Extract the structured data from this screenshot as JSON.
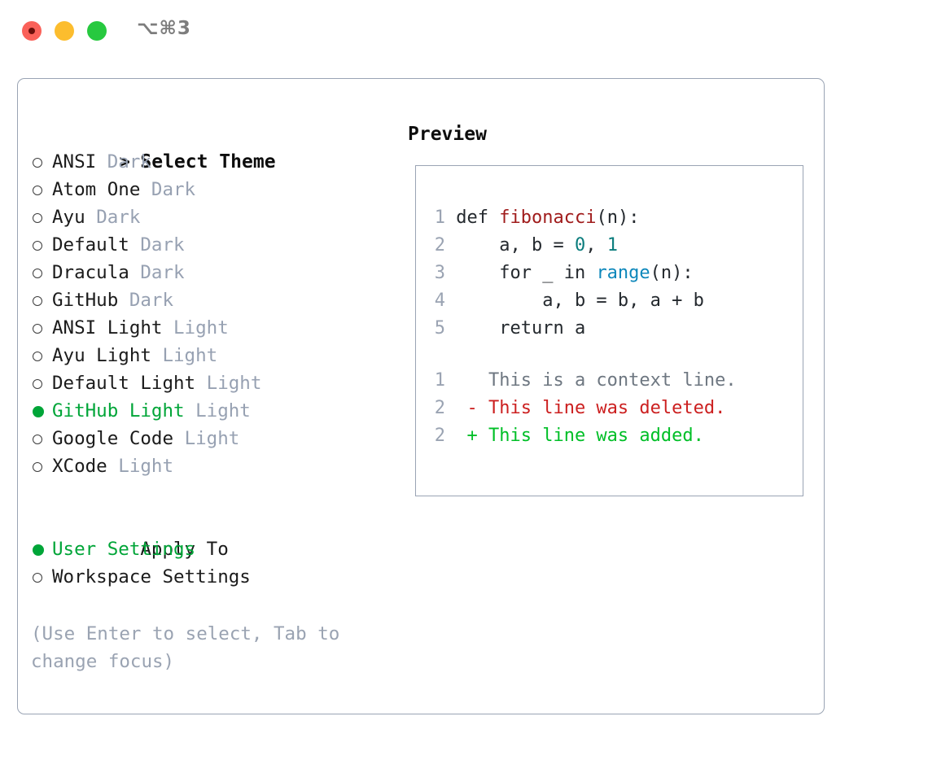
{
  "window": {
    "title": "⌥⌘3",
    "traffic_lights": [
      "close",
      "minimize",
      "maximize"
    ],
    "colors": {
      "close": "#fa6159",
      "minimize": "#fcbd2e",
      "maximize": "#27c93f",
      "panel_border": "#9aa4b4",
      "accent_green": "#00a538",
      "muted": "#97a1b2"
    }
  },
  "theme_list": {
    "header": {
      "caret": ">",
      "label": "Select Theme"
    },
    "items": [
      {
        "marker": "o",
        "name": "ANSI",
        "badge": "Dark",
        "selected": false
      },
      {
        "marker": "o",
        "name": "Atom One",
        "badge": "Dark",
        "selected": false
      },
      {
        "marker": "o",
        "name": "Ayu",
        "badge": "Dark",
        "selected": false
      },
      {
        "marker": "o",
        "name": "Default",
        "badge": "Dark",
        "selected": false
      },
      {
        "marker": "o",
        "name": "Dracula",
        "badge": "Dark",
        "selected": false
      },
      {
        "marker": "o",
        "name": "GitHub",
        "badge": "Dark",
        "selected": false
      },
      {
        "marker": "o",
        "name": "ANSI Light",
        "badge": "Light",
        "selected": false
      },
      {
        "marker": "o",
        "name": "Ayu Light",
        "badge": "Light",
        "selected": false
      },
      {
        "marker": "o",
        "name": "Default Light",
        "badge": "Light",
        "selected": false
      },
      {
        "marker": "●",
        "name": "GitHub Light",
        "badge": "Light",
        "selected": true
      },
      {
        "marker": "o",
        "name": "Google Code",
        "badge": "Light",
        "selected": false
      },
      {
        "marker": "o",
        "name": "XCode",
        "badge": "Light",
        "selected": false
      }
    ]
  },
  "apply_to": {
    "header": "Apply To",
    "options": [
      {
        "marker": "●",
        "label": "User Settings",
        "selected": true
      },
      {
        "marker": "o",
        "label": "Workspace Settings",
        "selected": false
      }
    ]
  },
  "hint": "(Use Enter to select, Tab to change focus)",
  "preview": {
    "title": "Preview",
    "code_lines": [
      {
        "no": "1",
        "tokens": [
          {
            "t": "def ",
            "c": "plain"
          },
          {
            "t": "fibonacci",
            "c": "fn"
          },
          {
            "t": "(n):",
            "c": "plain"
          }
        ]
      },
      {
        "no": "2",
        "tokens": [
          {
            "t": "    a, b = ",
            "c": "plain"
          },
          {
            "t": "0",
            "c": "num"
          },
          {
            "t": ", ",
            "c": "plain"
          },
          {
            "t": "1",
            "c": "num"
          }
        ]
      },
      {
        "no": "3",
        "tokens": [
          {
            "t": "    for _ in ",
            "c": "plain"
          },
          {
            "t": "range",
            "c": "call"
          },
          {
            "t": "(n):",
            "c": "plain"
          }
        ]
      },
      {
        "no": "4",
        "tokens": [
          {
            "t": "        a, b = b, a + b",
            "c": "plain"
          }
        ]
      },
      {
        "no": "5",
        "tokens": [
          {
            "t": "    return a",
            "c": "plain"
          }
        ]
      }
    ],
    "diff_lines": [
      {
        "no": "1",
        "sign": " ",
        "text": "This is a context line.",
        "kind": "ctx"
      },
      {
        "no": "2",
        "sign": "-",
        "text": "This line was deleted.",
        "kind": "del"
      },
      {
        "no": "2",
        "sign": "+",
        "text": "This line was added.",
        "kind": "add"
      }
    ]
  }
}
